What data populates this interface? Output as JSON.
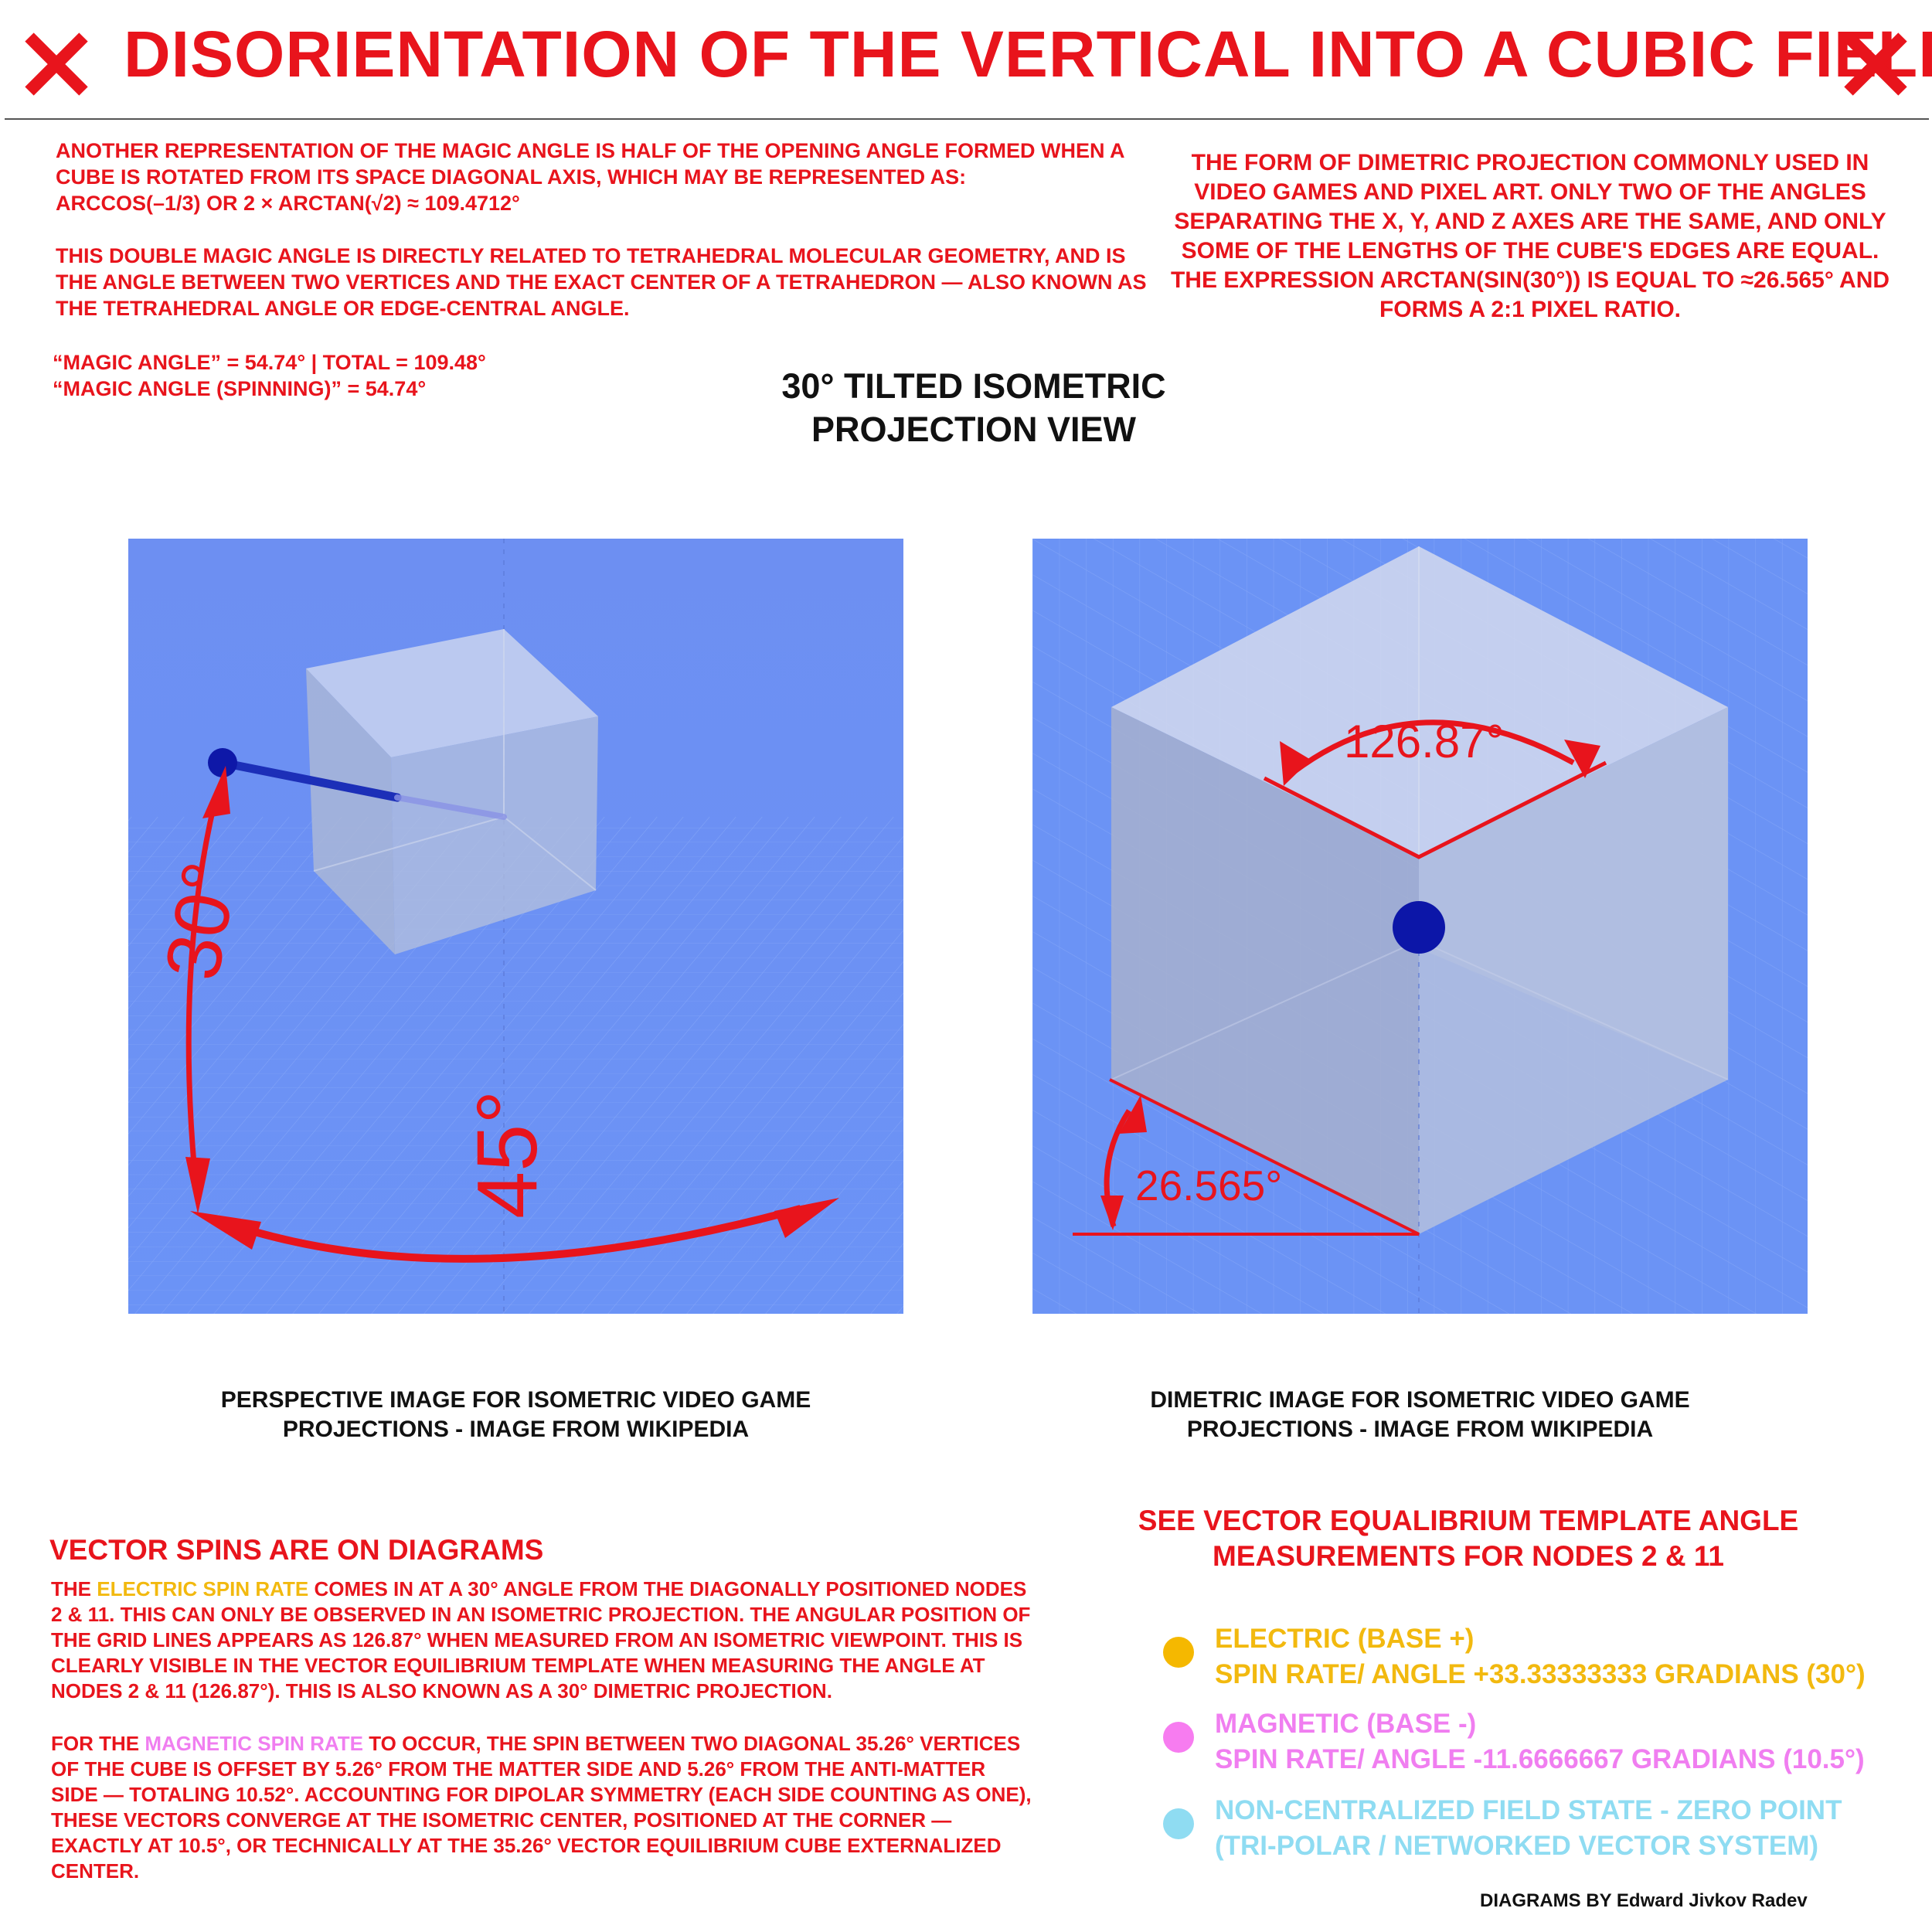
{
  "title": "DISORIENTATION OF THE VERTICAL INTO A CUBIC FIELD",
  "colors": {
    "red": "#e8141c",
    "blue_bg": "#6e95f5",
    "electric": "#f5b800",
    "magnetic": "#f77cf0",
    "zero_point": "#8fdcf2"
  },
  "intro": {
    "p1": "ANOTHER REPRESENTATION OF THE MAGIC ANGLE IS HALF OF THE OPENING ANGLE FORMED WHEN A CUBE IS ROTATED FROM ITS SPACE DIAGONAL AXIS, WHICH MAY BE REPRESENTED AS:",
    "p1_formula": "ARCCOS(–1/3) OR 2 × ARCTAN(√2) ≈ 109.4712°",
    "p2": "THIS DOUBLE MAGIC ANGLE IS DIRECTLY RELATED TO TETRAHEDRAL MOLECULAR GEOMETRY, AND IS THE ANGLE BETWEEN TWO VERTICES AND THE EXACT CENTER OF A TETRAHEDRON — ALSO KNOWN AS THE TETRAHEDRAL ANGLE OR EDGE-CENTRAL ANGLE.",
    "line1": "“MAGIC ANGLE” = 54.74° | TOTAL = 109.48°",
    "line2": "“MAGIC ANGLE (SPINNING)” = 54.74°"
  },
  "right_text": "THE FORM OF DIMETRIC PROJECTION COMMONLY USED IN VIDEO GAMES AND PIXEL ART. ONLY TWO OF THE ANGLES SEPARATING THE X, Y, AND Z AXES ARE THE SAME, AND ONLY SOME OF THE LENGTHS OF THE CUBE'S EDGES ARE EQUAL. THE EXPRESSION ARCTAN(SIN(30°)) IS EQUAL TO ≈26.565° AND FORMS A 2:1 PIXEL RATIO.",
  "center_heading": {
    "line1": "30° TILTED ISOMETRIC",
    "line2": "PROJECTION VIEW"
  },
  "left_panel": {
    "angle_30": "30°",
    "angle_45": "45°",
    "caption_l1": "PERSPECTIVE IMAGE FOR ISOMETRIC VIDEO GAME",
    "caption_l2": "PROJECTIONS - IMAGE FROM WIKIPEDIA"
  },
  "right_panel": {
    "angle_top": "126.87°",
    "angle_bottom": "26.565°",
    "caption_l1": "DIMETRIC IMAGE FOR ISOMETRIC VIDEO GAME",
    "caption_l2": "PROJECTIONS - IMAGE FROM WIKIPEDIA"
  },
  "vector_section": {
    "heading": "VECTOR SPINS ARE ON DIAGRAMS",
    "p1_a": "THE ",
    "p1_hl": "ELECTRIC SPIN RATE",
    "p1_b": " COMES IN AT A 30° ANGLE FROM THE DIAGONALLY POSITIONED NODES 2 & 11. THIS CAN ONLY BE OBSERVED IN AN ISOMETRIC PROJECTION. THE ANGULAR POSITION OF THE GRID LINES APPEARS AS 126.87° WHEN MEASURED FROM AN ISOMETRIC VIEWPOINT. THIS IS CLEARLY VISIBLE IN THE VECTOR EQUILIBRIUM TEMPLATE WHEN MEASURING THE ANGLE AT NODES 2 & 11 (126.87°). THIS IS ALSO KNOWN AS A 30° DIMETRIC PROJECTION.",
    "p2_a": "FOR THE ",
    "p2_hl": "MAGNETIC SPIN RATE",
    "p2_b": " TO OCCUR, THE SPIN BETWEEN TWO DIAGONAL 35.26° VERTICES OF THE CUBE IS OFFSET BY 5.26° FROM THE MATTER SIDE AND 5.26° FROM THE ANTI-MATTER SIDE — TOTALING 10.52°. ACCOUNTING FOR DIPOLAR SYMMETRY (EACH SIDE COUNTING AS ONE), THESE VECTORS CONVERGE AT THE ISOMETRIC CENTER, POSITIONED AT THE CORNER — EXACTLY AT 10.5°, OR TECHNICALLY AT THE 35.26° VECTOR EQUILIBRIUM CUBE EXTERNALIZED CENTER."
  },
  "template_heading": {
    "line1": "SEE VECTOR EQUALIBRIUM TEMPLATE ANGLE",
    "line2": "MEASUREMENTS FOR NODES 2 & 11"
  },
  "legend": [
    {
      "l1": "ELECTRIC (BASE +)",
      "l2": "SPIN RATE/ ANGLE +33.33333333 GRADIANS (30°)"
    },
    {
      "l1": "MAGNETIC (BASE -)",
      "l2": "SPIN RATE/ ANGLE -11.6666667 GRADIANS (10.5°)"
    },
    {
      "l1": "NON-CENTRALIZED FIELD STATE - ZERO POINT",
      "l2": "(TRI-POLAR / NETWORKED VECTOR SYSTEM)"
    }
  ],
  "credit_prefix": "DIAGRAMS BY",
  "credit_name": "Edward Jivkov Radev"
}
